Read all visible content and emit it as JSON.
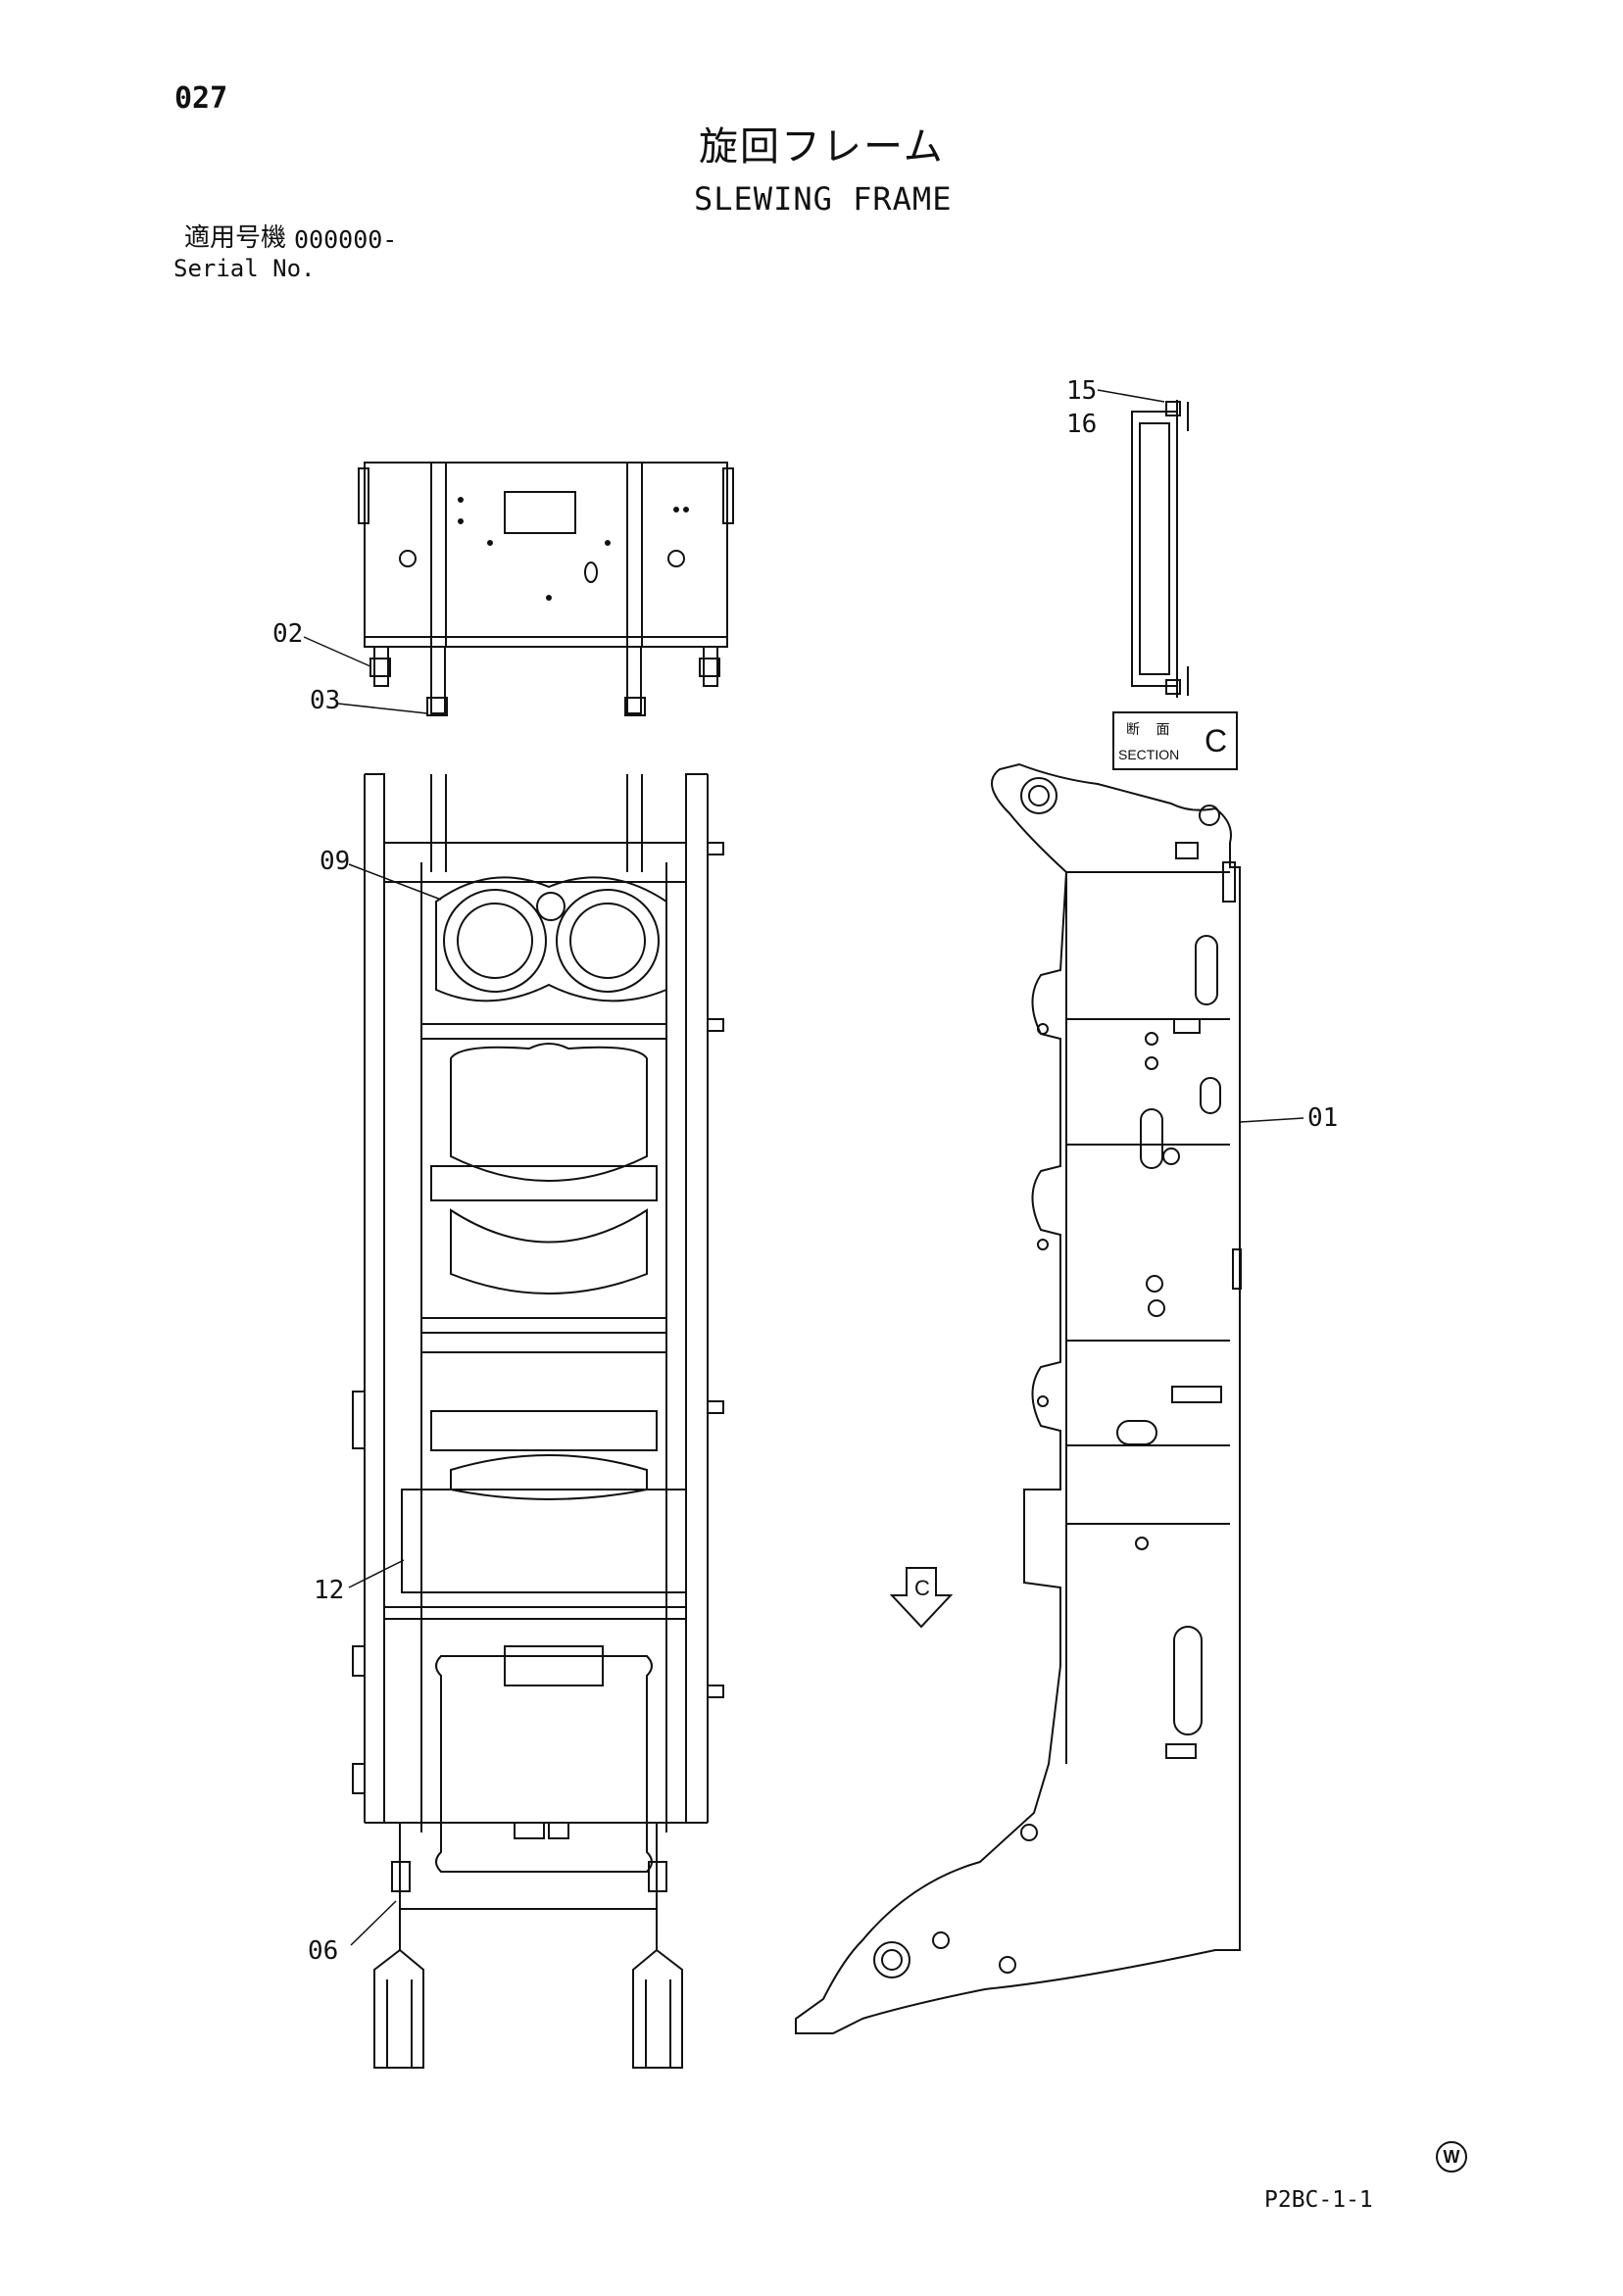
{
  "header": {
    "page_number": "027",
    "title_jp": "旋回フレーム",
    "title_en": "SLEWING FRAME",
    "serial_label_jp": "適用号機",
    "serial_value": "000000-",
    "serial_label_en": "Serial No."
  },
  "callouts": [
    "01",
    "02",
    "03",
    "06",
    "09",
    "12",
    "15",
    "16"
  ],
  "section_marker": {
    "label_jp": "断 面",
    "label_en": "SECTION",
    "letter": "C",
    "view_arrow_letter": "C"
  },
  "footer": {
    "page_code": "P2BC-1-1",
    "mark": "W"
  }
}
